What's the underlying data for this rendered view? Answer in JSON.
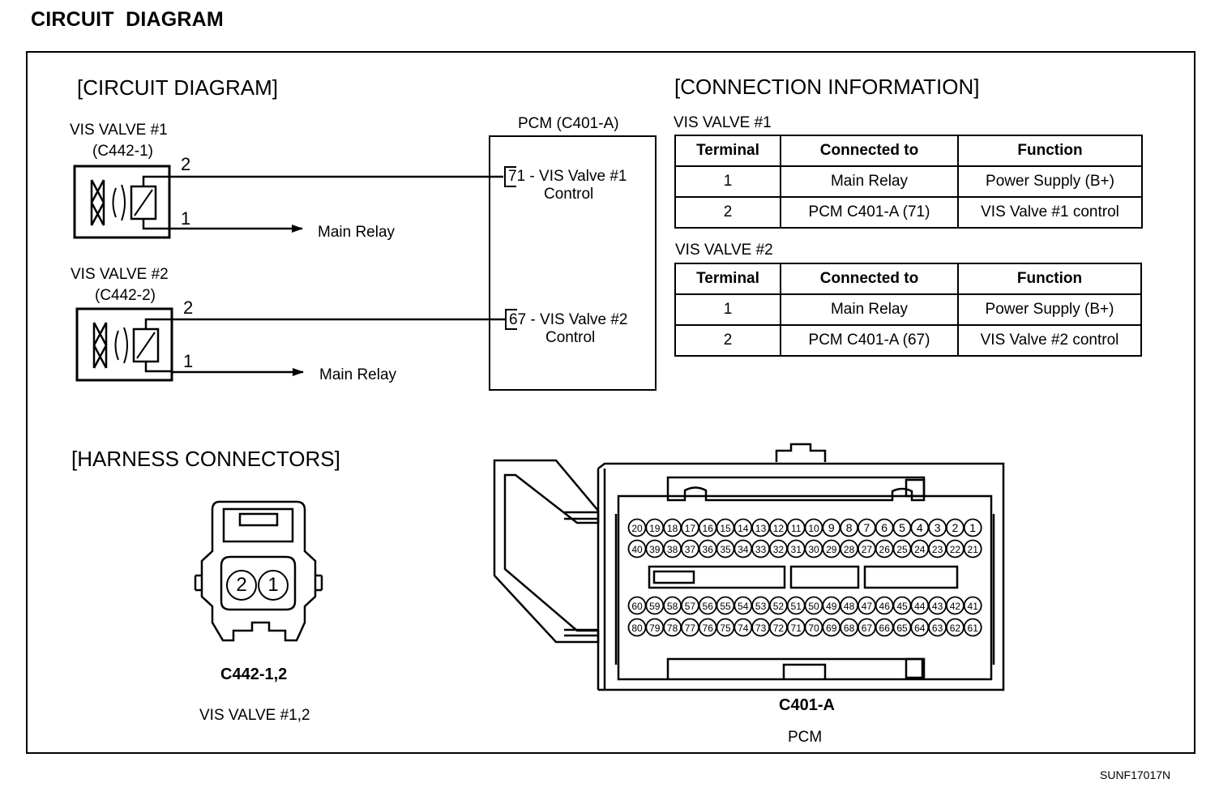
{
  "page_title": "CIRCUIT  DIAGRAM",
  "circuit_diagram": {
    "heading": "[CIRCUIT DIAGRAM]",
    "valve1": {
      "name": "VIS VALVE #1",
      "connector": "(C442-1)",
      "pin_top": "2",
      "pin_bottom": "1",
      "relay_label": "Main Relay"
    },
    "valve2": {
      "name": "VIS VALVE #2",
      "connector": "(C442-2)",
      "pin_top": "2",
      "pin_bottom": "1",
      "relay_label": "Main Relay"
    },
    "pcm": {
      "title": "PCM (C401-A)",
      "pin71_line1": "71 - VIS Valve #1",
      "pin71_line2": "Control",
      "pin67_line1": "67 - VIS Valve #2",
      "pin67_line2": "Control"
    }
  },
  "connection_info": {
    "heading": "[CONNECTION INFORMATION]",
    "columns": [
      "Terminal",
      "Connected to",
      "Function"
    ],
    "tables": [
      {
        "title": "VIS VALVE #1",
        "rows": [
          [
            "1",
            "Main Relay",
            "Power Supply (B+)"
          ],
          [
            "2",
            "PCM C401-A (71)",
            "VIS Valve #1 control"
          ]
        ]
      },
      {
        "title": "VIS VALVE #2",
        "rows": [
          [
            "1",
            "Main Relay",
            "Power Supply (B+)"
          ],
          [
            "2",
            "PCM C401-A (67)",
            "VIS Valve #2 control"
          ]
        ]
      }
    ]
  },
  "harness": {
    "heading": "[HARNESS CONNECTORS]",
    "connector1": {
      "pins": [
        "2",
        "1"
      ],
      "name": "C442-1,2",
      "description": "VIS VALVE #1,2"
    },
    "connector2": {
      "name": "C401-A",
      "description": "PCM",
      "row1": [
        "20",
        "19",
        "18",
        "17",
        "16",
        "15",
        "14",
        "13",
        "12",
        "11",
        "10",
        "9",
        "8",
        "7",
        "6",
        "5",
        "4",
        "3",
        "2",
        "1"
      ],
      "row2": [
        "40",
        "39",
        "38",
        "37",
        "36",
        "35",
        "34",
        "33",
        "32",
        "31",
        "30",
        "29",
        "28",
        "27",
        "26",
        "25",
        "24",
        "23",
        "22",
        "21"
      ],
      "row3": [
        "60",
        "59",
        "58",
        "57",
        "56",
        "55",
        "54",
        "53",
        "52",
        "51",
        "50",
        "49",
        "48",
        "47",
        "46",
        "45",
        "44",
        "43",
        "42",
        "41"
      ],
      "row4": [
        "80",
        "79",
        "78",
        "77",
        "76",
        "75",
        "74",
        "73",
        "72",
        "71",
        "70",
        "69",
        "68",
        "67",
        "66",
        "65",
        "64",
        "63",
        "62",
        "61"
      ]
    }
  },
  "figure_code": "SUNF17017N"
}
